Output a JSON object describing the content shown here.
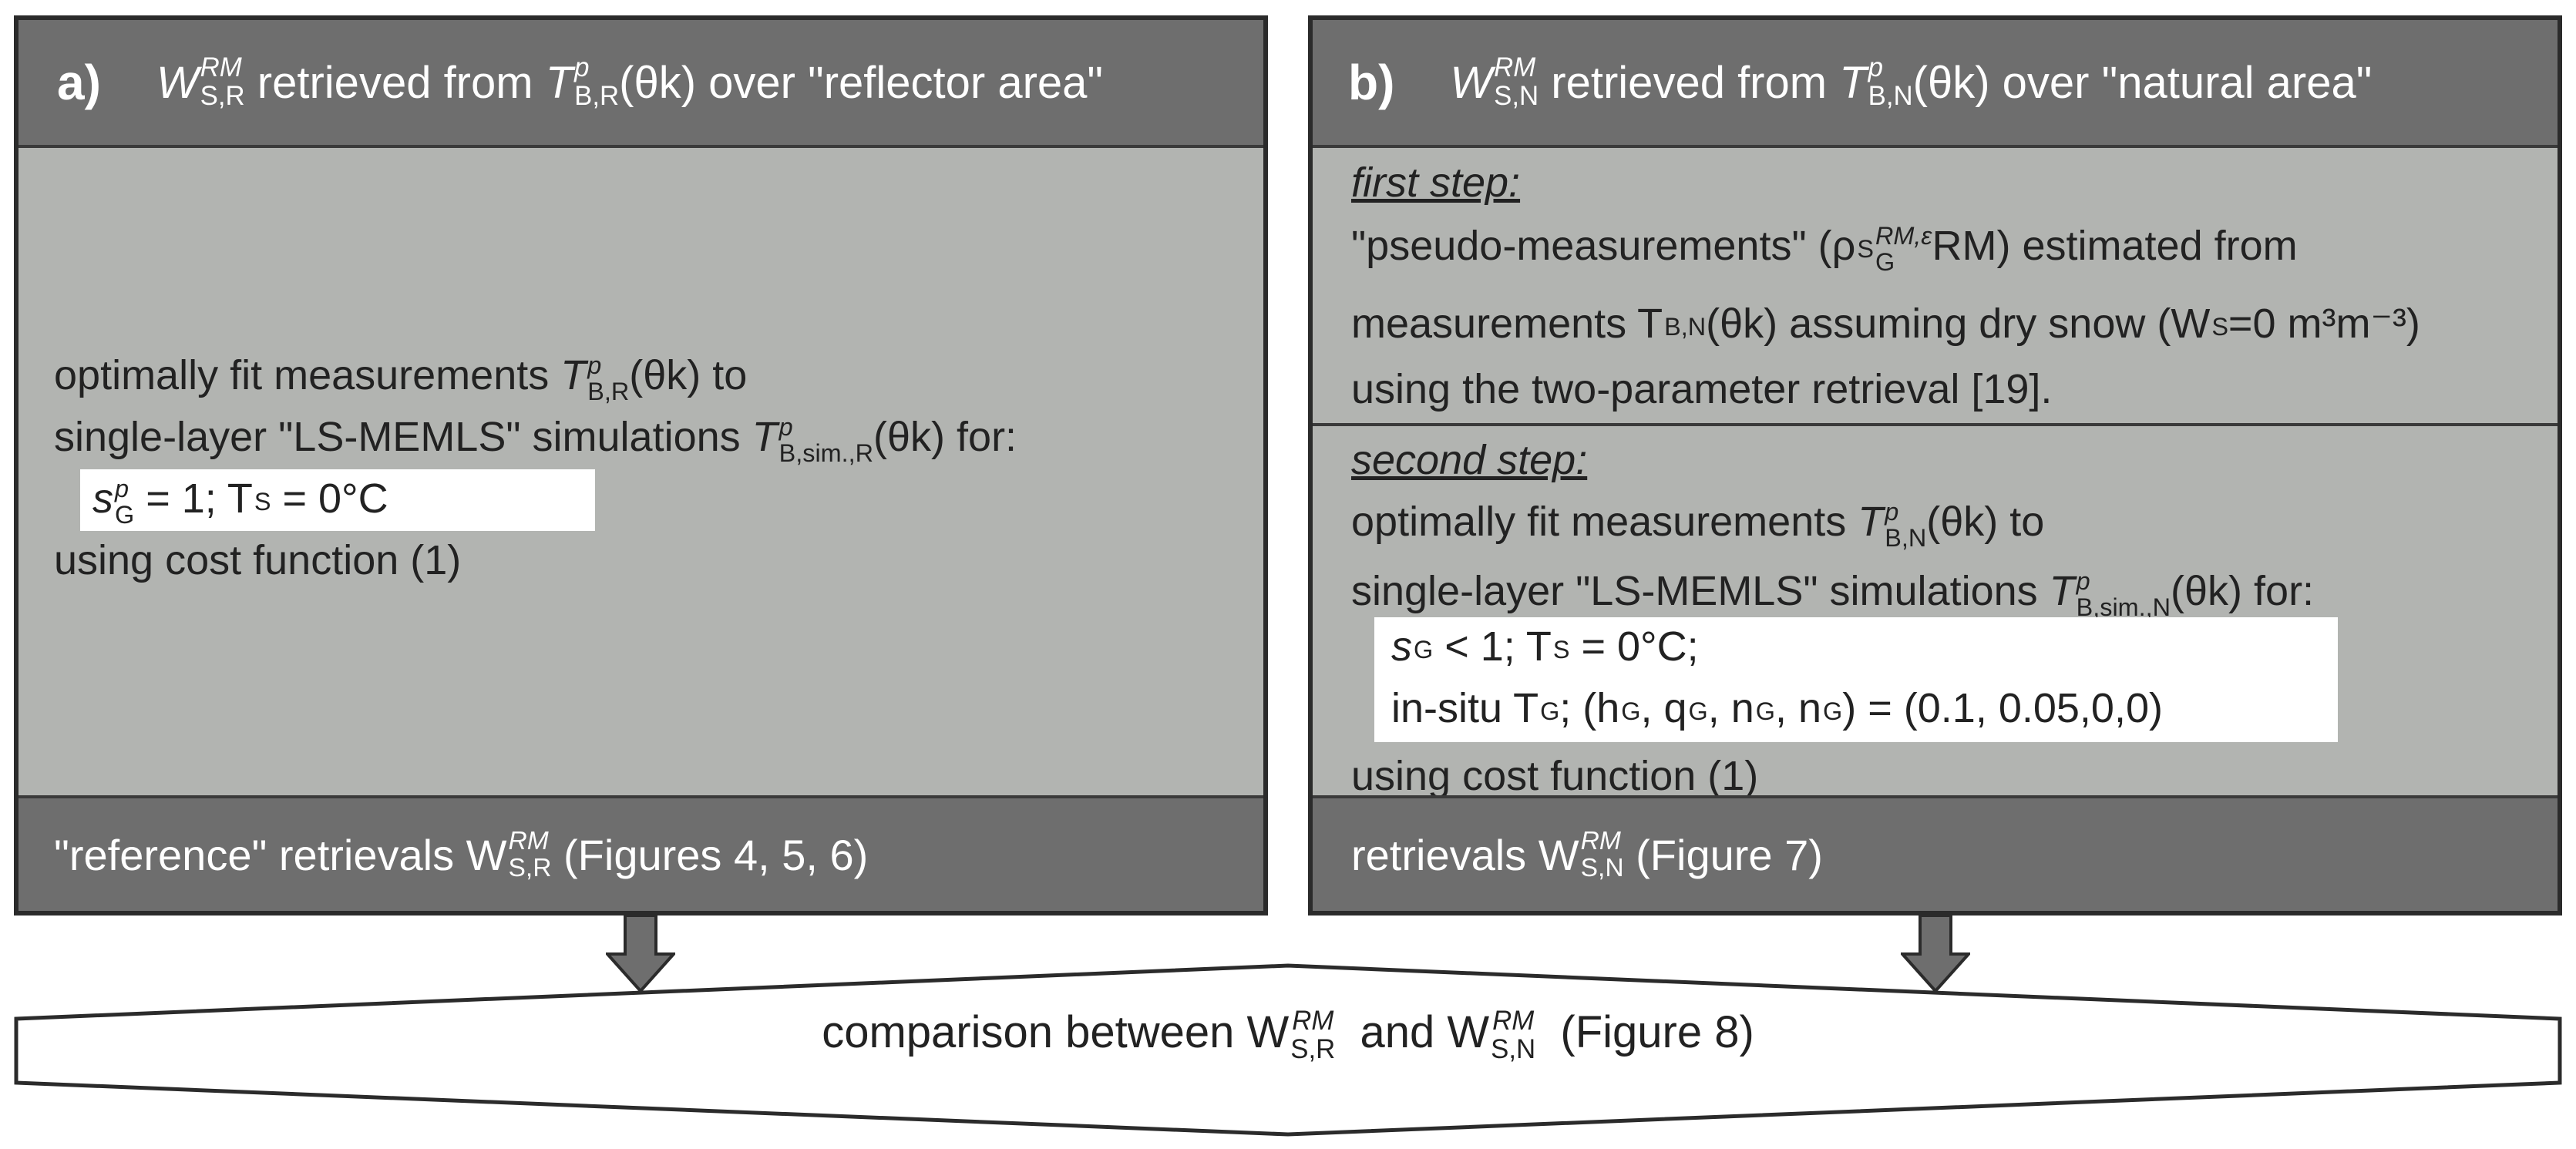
{
  "panel_a": {
    "tag": "a)",
    "header_sym": "W",
    "header_sup": "RM",
    "header_sub": "S,R",
    "header_text_1": "retrieved from",
    "header_sym2": "T",
    "header_sym2_sup": "p",
    "header_sym2_sub": "B,R",
    "header_theta": "(θk)",
    "header_text_2": "over \"reflector area\"",
    "body_line1": "optimally fit measurements",
    "body_line1_sym": "T",
    "body_line1_sup": "p",
    "body_line1_sub": "B,R",
    "body_line1_tail": "(θk) to",
    "body_line2": "single-layer \"LS-MEMLS\" simulations",
    "body_line2_sym": "T",
    "body_line2_sup": "p",
    "body_line2_sub": "B,sim.,R",
    "body_line2_tail": "(θk) for:",
    "highlight_text": "s",
    "highlight_sup": "p",
    "highlight_sub": "G",
    "highlight_tail": "= 1; T",
    "highlight_tail_sub": "S",
    "highlight_end": "= 0°C",
    "body_line4": "using cost function (1)",
    "footer_text": "\"reference\" retrievals W",
    "footer_sup": "RM",
    "footer_sub": "S,R",
    "footer_tail": "(Figures 4, 5, 6)"
  },
  "panel_b": {
    "tag": "b)",
    "header_sym": "W",
    "header_sup": "RM",
    "header_sub": "S,N",
    "header_text_1": "retrieved from",
    "header_sym2": "T",
    "header_sym2_sup": "p",
    "header_sym2_sub": "B,N",
    "header_theta": "(θk)",
    "header_text_2": "over \"natural area\"",
    "step1_title": "first step:",
    "step1_line1": "\"pseudo-measurements\" (ρ",
    "step1_line1_b": "RM,ε",
    "step1_line1_c": "RM) estimated from",
    "step1_rho_sub": "S",
    "step1_eps_sub": "G",
    "step1_line2": "measurements T",
    "step1_line2_sub": "B,N",
    "step1_line2_tail": "(θk) assuming dry snow (W",
    "step1_line2_ws_sub": "S",
    "step1_line2_end": "=0 m³m⁻³)",
    "step1_line3": "using the two-parameter retrieval [19].",
    "step2_title": "second step:",
    "step2_line1": "optimally fit measurements",
    "step2_line1_sup": "p",
    "step2_line1_sub": "B,N",
    "step2_line1_tail": "(θk) to",
    "step2_line2": "single-layer \"LS-MEMLS\" simulations",
    "step2_line2_sup": "p",
    "step2_line2_sub": "B,sim.,N",
    "step2_line2_tail": "(θk) for:",
    "hl_line1": "s",
    "hl_line1_sub": "G",
    "hl_line1_tail": "< 1; T",
    "hl_line1_ts_sub": "S",
    "hl_line1_end": "= 0°C;",
    "hl_line2": "in-situ T",
    "hl_line2_sub": "G",
    "hl_line2_tail": "; (h",
    "hl_line2_h_sub": "G",
    "hl_line2_q": ", q",
    "hl_line2_q_sub": "G",
    "hl_line2_n": ", n",
    "hl_line2_n_sub": "G",
    "hl_line2_n2": ", n",
    "hl_line2_n2_sub": "G",
    "hl_line2_end": ") = (0.1, 0.05,0,0)",
    "step2_line4": "using cost function (1)",
    "footer_text": "retrievals W",
    "footer_sup": "RM",
    "footer_sub": "S,N",
    "footer_tail": "(Figure 7)"
  },
  "comparison": {
    "text1": "comparison between W",
    "sup1": "RM",
    "sub1": "S,R",
    "and": "and W",
    "sup2": "RM",
    "sub2": "S,N",
    "tail": "(Figure 8)"
  },
  "colors": {
    "panel_body": "#b2b4b1",
    "header": "#6e6e6e",
    "border": "#2b2b2b"
  }
}
